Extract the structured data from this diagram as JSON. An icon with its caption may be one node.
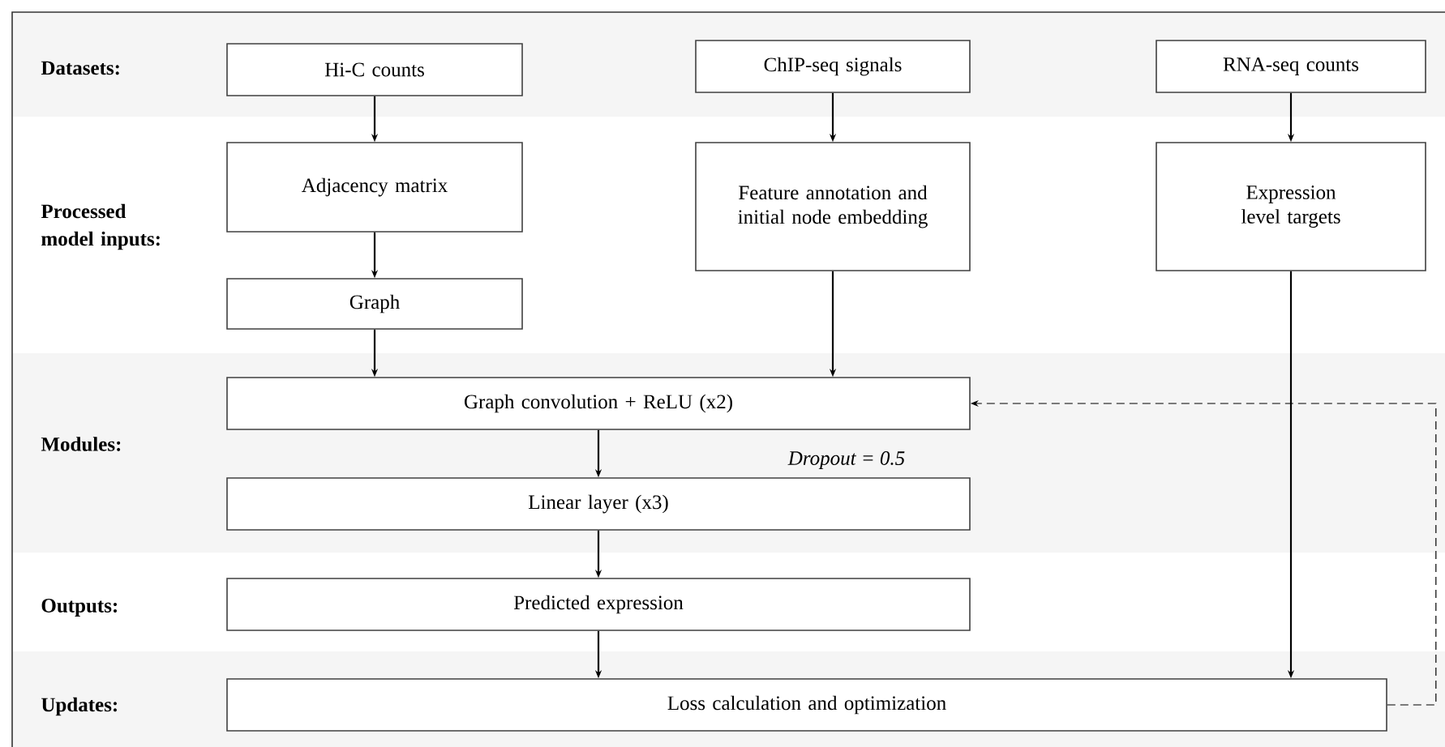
{
  "diagram": {
    "nodes": [
      {
        "text": [
          "Hi-C counts"
        ]
      },
      {
        "text": [
          "ChIP-seq signals"
        ]
      },
      {
        "text": [
          "RNA-seq counts"
        ]
      },
      {
        "text": [
          "Adjacency matrix"
        ]
      },
      {
        "text": [
          "Feature annotation and initial node embedding"
        ]
      },
      {
        "text": [
          "Expression level targets"
        ]
      },
      {
        "text": [
          "Graph"
        ]
      },
      {
        "text": [
          "Graph convolution + ReLU (x2)"
        ]
      },
      {
        "text": [
          "Linear layer (x3)"
        ]
      },
      {
        "text": [
          "Predicted expression"
        ]
      },
      {
        "text": [
          "Loss calculation and optimization"
        ]
      }
    ],
    "edges": [
      {
        "from": 0,
        "to": 3,
        "arrow": "to"
      },
      {
        "from": 1,
        "to": 4,
        "arrow": "to"
      },
      {
        "from": 2,
        "to": 5,
        "arrow": "to"
      },
      {
        "from": 3,
        "to": 6,
        "arrow": "to"
      },
      {
        "from": 6,
        "to": 7,
        "arrow": "to"
      },
      {
        "from": 4,
        "to": 7,
        "arrow": "to"
      },
      {
        "from": 5,
        "to": 10,
        "arrow": "to"
      },
      {
        "from": 7,
        "to": 8,
        "arrow": "to"
      },
      {
        "from": 8,
        "to": 9,
        "arrow": "to"
      },
      {
        "from": 9,
        "to": 10,
        "arrow": "to"
      },
      {
        "from": 10,
        "to": 7,
        "arrow": "to",
        "style": "dashed"
      }
    ],
    "labels": [
      "Datasets:",
      "Processed model inputs:",
      "Modules:",
      "Dropout = 0.5",
      "Outputs:",
      "Updates:"
    ]
  }
}
